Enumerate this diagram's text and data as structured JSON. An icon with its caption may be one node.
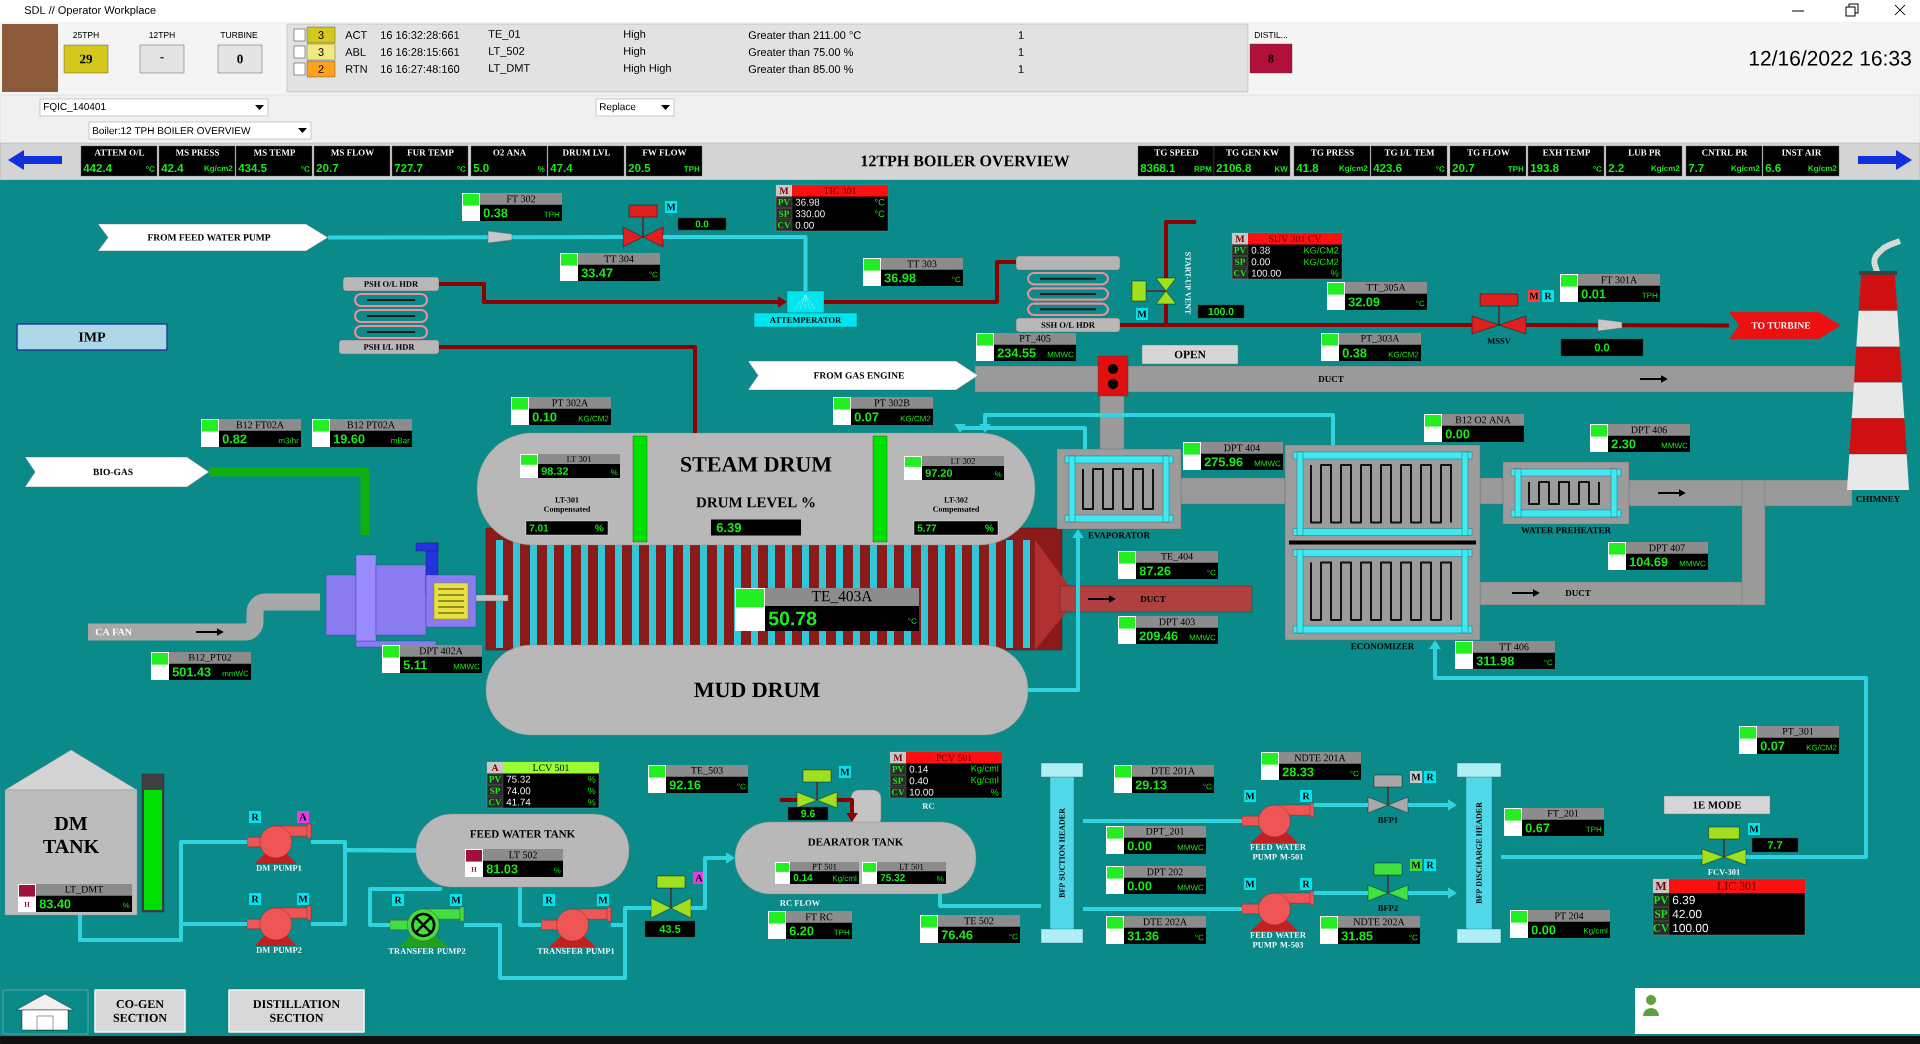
{
  "diagram": {
    "nodes": [
      {
        "text": [
          "FROM FEED WATER PUMP"
        ]
      },
      {
        "text": [
          "FT 302",
          "0.38",
          "TPH"
        ]
      },
      {
        "text": [
          "M"
        ],
        "beside": [
          "0.0"
        ]
      },
      {
        "text": [
          "M",
          "TIC 301",
          "PV",
          "36.98",
          "°C",
          "SP",
          "330.00",
          "°C",
          "CV",
          "0.00"
        ]
      },
      {
        "text": [
          "TT 304",
          "33.47",
          "°C"
        ]
      },
      {
        "text": [
          "TT 303",
          "36.98",
          "°C"
        ]
      },
      {
        "text": [
          "PSH O/L HDR"
        ]
      },
      {
        "text": [
          "PSH I/L HDR"
        ]
      },
      {
        "text": [
          "ATTEMPERATOR"
        ]
      },
      {
        "text": [
          "SSH O/L HDR"
        ]
      },
      {
        "text": [
          "M",
          "SUV 301 CV",
          "PV",
          "0.38",
          "KG/CM2",
          "SP",
          "0.00",
          "KG/CM2",
          "CV",
          "100.00",
          "%"
        ]
      },
      {
        "text": [
          "M",
          "START-UP VENT"
        ],
        "beside": [
          "100.0"
        ]
      },
      {
        "text": [
          "TT_305A",
          "32.09",
          "°C"
        ]
      },
      {
        "text": [
          "FT 301A",
          "0.01",
          "TPH"
        ]
      },
      {
        "text": [
          "IMP"
        ]
      },
      {
        "text": [
          "PT_405",
          "234.55",
          "MMWC"
        ]
      },
      {
        "text": [
          "OPEN"
        ]
      },
      {
        "text": [
          "PT_303A",
          "0.38",
          "KG/CM2"
        ]
      },
      {
        "text": [
          "M",
          "R",
          "MSSV"
        ]
      },
      {
        "text": [
          "TO TURBINE"
        ]
      },
      {
        "text": [
          "FROM GAS ENGINE"
        ]
      },
      {
        "text": [
          "PT 302A",
          "0.10",
          "KG/CM2"
        ]
      },
      {
        "text": [
          "PT 302B",
          "0.07",
          "KG/CM2"
        ]
      },
      {
        "text": [
          "B12 FT02A",
          "0.82",
          "m3/hr"
        ]
      },
      {
        "text": [
          "B12 PT02A",
          "19.60",
          "mBar"
        ]
      },
      {
        "text": [
          "BIO-GAS"
        ]
      },
      {
        "text": [
          "STEAM DRUM",
          "DRUM LEVEL %",
          "6.39"
        ]
      },
      {
        "text": [
          "LT 301",
          "98.32",
          "%"
        ],
        "in": 26
      },
      {
        "text": [
          "LT-301 Compensated",
          "7.01",
          "%"
        ],
        "in": 26
      },
      {
        "text": [
          "LT 302",
          "97.20",
          "%"
        ],
        "in": 26
      },
      {
        "text": [
          "LT-302 Compensated",
          "5.77",
          "%"
        ],
        "in": 26
      },
      {
        "text": [
          "EVAPORATOR"
        ]
      },
      {
        "text": [
          "DPT 404",
          "275.96",
          "MMWC"
        ]
      },
      {
        "text": [
          "B12 O2 ANA",
          "0.00"
        ]
      },
      {
        "text": [
          "DPT 406",
          "2.30",
          "MMWC"
        ]
      },
      {
        "text": [
          "ECONOMIZER"
        ]
      },
      {
        "text": [
          "WATER PREHEATER"
        ]
      },
      {
        "text": [
          "CHIMNEY"
        ]
      },
      {
        "text": [],
        "shape": "picture"
      },
      {
        "text": [
          "TE_404",
          "87.26",
          "°C"
        ]
      },
      {
        "text": [
          "DPT 407",
          "104.69",
          "MMWC"
        ]
      },
      {
        "text": [
          "TE_403A",
          "50.78",
          "°C"
        ]
      },
      {
        "text": [
          "B12_PT02",
          "501.43",
          "mmWC"
        ]
      },
      {
        "text": [
          "DPT 402A",
          "5.11",
          "MMWC"
        ]
      },
      {
        "text": [
          "DPT 403",
          "209.46",
          "MMWC"
        ]
      },
      {
        "text": [
          "TT 406",
          "311.98",
          "°C"
        ]
      },
      {
        "text": [
          "MUD DRUM"
        ]
      },
      {
        "text": [
          "PT_301",
          "0.07",
          "KG/CM2"
        ]
      },
      {
        "text": [
          "DM TANK"
        ]
      },
      {
        "text": [
          "LT_DMT",
          "H",
          "83.40",
          "%"
        ],
        "in": 48
      },
      {
        "text": [
          "A",
          "LCV 501",
          "PV",
          "75.32",
          "%",
          "SP",
          "74.00",
          "%",
          "CV",
          "41.74",
          "%"
        ]
      },
      {
        "text": [
          "TE_503",
          "92.16",
          "°C"
        ]
      },
      {
        "text": [
          "M",
          "PCV 501",
          "PV",
          "0.14",
          "Kg/cml",
          "SP",
          "0.40",
          "Kg/cml",
          "CV",
          "10.00",
          "%"
        ]
      },
      {
        "text": [
          "M"
        ],
        "beside": [
          "9.6"
        ]
      },
      {
        "text": [
          "DTE 201A",
          "29.13",
          "°C"
        ]
      },
      {
        "text": [
          "NDTE 201A",
          "28.33",
          "°C"
        ]
      },
      {
        "text": [
          "1E MODE"
        ]
      },
      {
        "text": [
          "R",
          "A",
          "DM PUMP1"
        ]
      },
      {
        "text": [
          "FEED WATER TANK"
        ]
      },
      {
        "text": [
          "LT 502",
          "H",
          "81.03",
          "%"
        ],
        "in": 58
      },
      {
        "text": [
          "DEARATOR TANK"
        ]
      },
      {
        "text": [
          "PT 501",
          "0.14",
          "Kg/cml"
        ],
        "in": 60
      },
      {
        "text": [
          "LT 501",
          "75.32",
          "%"
        ],
        "in": 60
      },
      {
        "text": [
          "BFP SUCTION HEADER"
        ]
      },
      {
        "text": [
          "M",
          "R",
          "FEED WATER PUMP M-501"
        ]
      },
      {
        "text": [
          "M",
          "R",
          "BFP1"
        ]
      },
      {
        "text": [
          "BFP DISCHARGE HEADER"
        ]
      },
      {
        "text": [
          "FT_201",
          "0.67",
          "TPH"
        ]
      },
      {
        "text": [
          "M",
          "FCV-301"
        ],
        "beside": [
          "7.7"
        ]
      },
      {
        "text": [
          "DPT_201",
          "0.00",
          "MMWC"
        ]
      },
      {
        "text": [
          "DPT 202",
          "0.00",
          "MMWC"
        ]
      },
      {
        "text": [
          "A"
        ],
        "beside": [
          "43.5"
        ]
      },
      {
        "text": [
          "M",
          "LIC 301",
          "PV",
          "6.39",
          "SP",
          "42.00",
          "CV",
          "100.00"
        ]
      },
      {
        "text": [
          "R",
          "M",
          "DM PUMP2"
        ]
      },
      {
        "text": [
          "R",
          "M",
          "TRANSFER PUMP2"
        ]
      },
      {
        "text": [
          "R",
          "M",
          "TRANSFER PUMP1"
        ]
      },
      {
        "text": [
          "FT RC",
          "6.20",
          "TPH"
        ]
      },
      {
        "text": [
          "TE 502",
          "76.46",
          "°C"
        ]
      },
      {
        "text": [
          "DTE 202A",
          "31.36",
          "°C"
        ]
      },
      {
        "text": [
          "M",
          "R",
          "FEED WATER PUMP M-503"
        ]
      },
      {
        "text": [
          "M",
          "R",
          "BFP2"
        ]
      },
      {
        "text": [
          "NDTE 202A",
          "31.85",
          "°C"
        ]
      },
      {
        "text": [
          "PT 204",
          "0.00",
          "Kg/cml"
        ]
      }
    ],
    "edges": [
      {
        "from": 0,
        "to": 2,
        "arrow": "none"
      },
      {
        "from": 2,
        "to": 8,
        "arrow": "none"
      },
      {
        "from": 6,
        "to": 8,
        "arrow": "to",
        "color": "#8b0000"
      },
      {
        "from": 8,
        "to": 9,
        "arrow": "none",
        "color": "#8b0000"
      },
      {
        "from": 7,
        "to": 26,
        "arrow": "none",
        "color": "#8b0000"
      },
      {
        "from": 9,
        "to": 18,
        "arrow": "none",
        "color": "#8b0000"
      },
      {
        "from": 18,
        "to": 19,
        "arrow": "none",
        "color": "#8b0000"
      },
      {
        "from": 9,
        "to": 11,
        "arrow": "none",
        "color": "#8b0000"
      },
      {
        "from": 11,
        "to": null,
        "arrow": "none",
        "color": "#8b0000"
      },
      {
        "from": 25,
        "to": 38,
        "arrow": "none",
        "style": "thick",
        "color": "#10b010"
      },
      {
        "from": 48,
        "to": 57,
        "arrow": "none"
      },
      {
        "from": 48,
        "to": 73,
        "arrow": "none"
      },
      {
        "from": 57,
        "to": 58,
        "arrow": "none"
      },
      {
        "from": 73,
        "to": 58,
        "arrow": "none"
      },
      {
        "from": 58,
        "to": 74,
        "arrow": "none"
      },
      {
        "from": 58,
        "to": 75,
        "arrow": "none"
      },
      {
        "from": 75,
        "to": 71,
        "arrow": "none"
      },
      {
        "from": 74,
        "to": 71,
        "arrow": "none"
      },
      {
        "from": 71,
        "to": 60,
        "arrow": "to"
      },
      {
        "from": 60,
        "to": 63,
        "arrow": "none"
      },
      {
        "from": 63,
        "to": 64,
        "arrow": "none"
      },
      {
        "from": 63,
        "to": 79,
        "arrow": "none"
      },
      {
        "from": 64,
        "to": 65,
        "arrow": "none"
      },
      {
        "from": 65,
        "to": 66,
        "arrow": "to"
      },
      {
        "from": 79,
        "to": 80,
        "arrow": "none"
      },
      {
        "from": 80,
        "to": 66,
        "arrow": "to"
      },
      {
        "from": 66,
        "to": 68,
        "arrow": "none"
      },
      {
        "from": 68,
        "to": 35,
        "arrow": "to"
      },
      {
        "from": 35,
        "to": 26,
        "arrow": "to"
      },
      {
        "from": 31,
        "to": 26,
        "arrow": "to"
      },
      {
        "from": 46,
        "to": 31,
        "arrow": "to"
      },
      {
        "from": null,
        "to": 53,
        "arrow": "none",
        "color": "#8b0000"
      },
      {
        "from": 53,
        "to": 60,
        "arrow": "to",
        "color": "#8b0000"
      }
    ],
    "labels": [
      "SDL // Operator Workplace",
      "25TPH",
      "29",
      "12TPH",
      "-",
      "TURBINE",
      "0",
      "3",
      "ACT",
      "16 16:32:28:661",
      "TE_01",
      "High",
      "Greater than 211.00 °C",
      "1",
      "3",
      "ABL",
      "16 16:28:15:661",
      "LT_502",
      "High",
      "Greater than 75.00 %",
      "1",
      "2",
      "RTN",
      "16 16:27:48:160",
      "LT_DMT",
      "High High",
      "Greater than 85.00 %",
      "1",
      "DISTIL...",
      "8",
      "12/16/2022 16:33",
      "FQIC_140401",
      "Replace",
      "Boiler:12 TPH BOILER OVERVIEW",
      "ATTEM O/L",
      "442.4",
      "°C",
      "MS PRESS",
      "42.4",
      "Kg/cm2",
      "MS TEMP",
      "434.5",
      "°C",
      "MS FLOW",
      "20.7",
      "FUR TEMP",
      "727.7",
      "°C",
      "O2 ANA",
      "5.0",
      "%",
      "DRUM LVL",
      "47.4",
      "FW FLOW",
      "20.5",
      "TPH",
      "12TPH BOILER OVERVIEW",
      "TG SPEED",
      "8368.1",
      "RPM",
      "TG GEN KW",
      "2106.8",
      "KW",
      "TG PRESS",
      "41.8",
      "Kg/cm2",
      "TG I/L TEM",
      "423.6",
      "°C",
      "TG FLOW",
      "20.7",
      "TPH",
      "EXH TEMP",
      "193.8",
      "°C",
      "LUB PR",
      "2.2",
      "Kg/cm2",
      "CNTRL PR",
      "7.7",
      "Kg/cm2",
      "INST AIR",
      "6.6",
      "Kg/cm2",
      "0.0",
      "DUCT",
      "CA FAN",
      "DUCT",
      "DUCT",
      "RC",
      "RC FLOW",
      "CO-GEN SECTION",
      "DISTILLATION SECTION"
    ]
  }
}
